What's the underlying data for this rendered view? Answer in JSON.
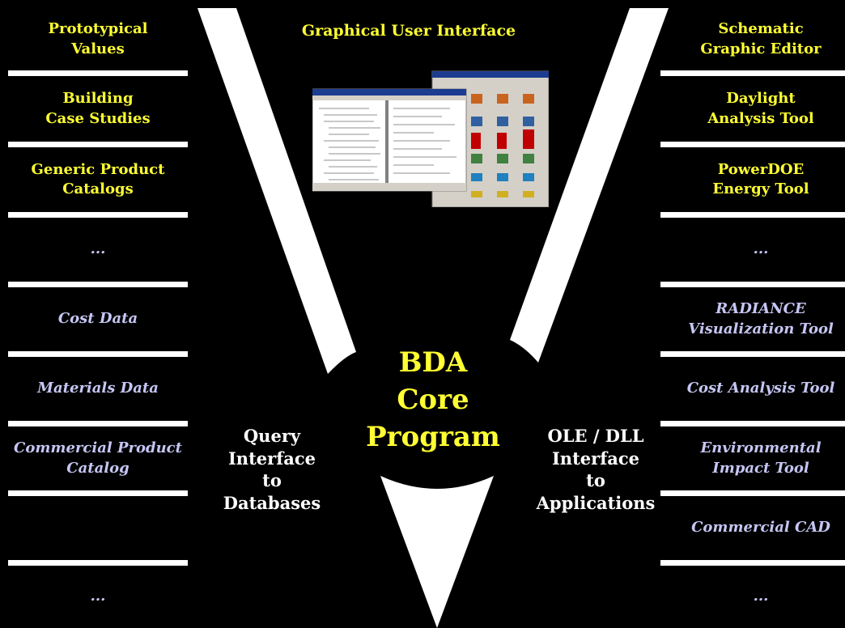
{
  "gui": {
    "title": "Graphical User Interface"
  },
  "core": {
    "label": "BDA\nCore\nProgram"
  },
  "query_interface": {
    "label": "Query\nInterface\nto\nDatabases"
  },
  "app_interface": {
    "label": "OLE / DLL\nInterface\nto\nApplications"
  },
  "databases": [
    {
      "label": "Prototypical\nValues",
      "style": "yellow"
    },
    {
      "label": "Building\nCase Studies",
      "style": "yellow"
    },
    {
      "label": "Generic Product\nCatalogs",
      "style": "yellow"
    },
    {
      "label": "...",
      "style": "lilac"
    },
    {
      "label": "Cost Data",
      "style": "lilac"
    },
    {
      "label": "Materials Data",
      "style": "lilac"
    },
    {
      "label": "Commercial Product\nCatalog",
      "style": "lilac"
    },
    {
      "label": "",
      "style": "lilac"
    },
    {
      "label": "...",
      "style": "lilac"
    }
  ],
  "applications": [
    {
      "label": "Schematic\nGraphic Editor",
      "style": "yellow"
    },
    {
      "label": "Daylight\nAnalysis Tool",
      "style": "yellow"
    },
    {
      "label": "PowerDOE\nEnergy Tool",
      "style": "yellow"
    },
    {
      "label": "...",
      "style": "lilac"
    },
    {
      "label": "RADIANCE\nVisualization Tool",
      "style": "lilac"
    },
    {
      "label": "Cost Analysis Tool",
      "style": "lilac"
    },
    {
      "label": "Environmental\nImpact Tool",
      "style": "lilac"
    },
    {
      "label": "Commercial CAD",
      "style": "lilac"
    },
    {
      "label": "...",
      "style": "lilac"
    }
  ],
  "colors": {
    "background": "#000000",
    "separator": "#ffffff",
    "highlight_text": "#ffff33",
    "secondary_text": "#c6c6f4",
    "interface_text": "#ffffff"
  }
}
